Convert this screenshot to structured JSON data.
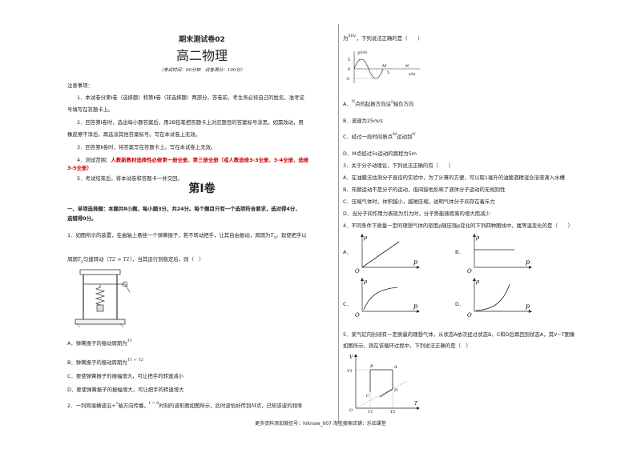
{
  "left": {
    "exam_title": "期末测试卷02",
    "subject": "高二物理",
    "exam_info": "（考试时间：90分钟　试卷满分：100分）",
    "notice_title": "注意事项：",
    "notice": [
      "1．本试卷分第Ⅰ卷（选择题）和第Ⅱ卷（非选择题）两部分。答卷前，考生务必将自己的姓名、准考证",
      "号填写在答题卡上。",
      "2．回答第Ⅰ卷时，选出每小题答案后，用2B铅笔把答题卡上对应题目的答案标号涂黑。如需改动，用",
      "橡皮擦干净后，再选涂其他答案标号。写在本试卷上无效。",
      "3．回答第Ⅱ卷时，将答案写在答题卡上。写在本试卷上无效。"
    ],
    "notice4_prefix": "4．测试范围：",
    "notice4_red1": "人教新教材选择性必修第一册全册、第三册全册（或人教选修3-3全册、3-4全册、选修",
    "notice4_red2": "3-5全册）",
    "notice5": "5．考试结束后，将本试卷和答题卡一并交回。",
    "section": "第Ⅰ卷",
    "part1_line1": "一、单项选择题：本题共8小题，每小题3分，共24分。每个题目只有一个选项符合要求，选对得4分，",
    "part1_line2": "选错得0分。",
    "q1_line1": "1．如图所示的装置，在曲轴上悬挂一个弹簧振子，若不转动把手，让其自由振动，周期为",
    "q1_T1": "T",
    "q1_T1_sub": "1",
    "q1_line1_end": "。现使把手以",
    "q1_line2_a": "周期",
    "q1_line2_T2": "T",
    "q1_line2_sub2": "2",
    "q1_line2_b": "匀速转动（",
    "q1_line2_cond": "T2 > T1",
    "q1_line2_c": "），当其运行到稳定后，则（　）",
    "q1_options": [
      "A．弹簧振子的振动周期为",
      "B．弹簧振子的振动周期为",
      "C．要使弹簧振子的振幅增大，可让把手的转速减小",
      "D．要使弹簧振子的振幅增大，可让把手的转速增大"
    ],
    "q1_optA_val": "T1",
    "q1_optB_val": "T1 + T2",
    "q2_line1_a": "2．一列简谐横波沿+",
    "q2_line1_x": "x",
    "q2_line1_b": "轴方向传播，",
    "q2_line1_t": "t = 0",
    "q2_line1_c": "时刻的波形图如图所示，此时波恰好传到",
    "q2_line1_M": "M",
    "q2_line1_d": "点，已知该波的频率"
  },
  "right": {
    "q2_cont_a": "为",
    "q2_freq": "5Hz",
    "q2_cont_b": "，下列说法正确的是（　　）",
    "q2_graph": {
      "y_label": "y/cm",
      "x_label": "x/m",
      "ticks_y": [
        "5",
        "0",
        "-5"
      ],
      "ticks_x": [
        "5"
      ],
      "points": [
        "M",
        "N"
      ]
    },
    "q2_options": [
      "A．",
      "B．波速为25m/s",
      "C．经过一段时间质点",
      "D．M点经过5s运动的路程为5m"
    ],
    "q2_optA_N": "N",
    "q2_optA_rest": "点的起振方向沿",
    "q2_optA_y": "y",
    "q2_optA_end": "轴负方向",
    "q2_optC_M": "M",
    "q2_optC_mid": "运动到",
    "q2_optC_N": "N",
    "q3_stem": "3．关于分子动理论，下列说法正确的有（　　）",
    "q3_options": [
      "A．在油膜法估测分子直径的实验中，为了计算的方便，可以取1毫升的油酸酒精混合溶液滴入水槽",
      "B．布朗运动不是分子的运动，但间接地反映了液体分子运动的无规则性",
      "C．压缩气体时，体积越小，越难压缩，说明气体分子间存在着斥力",
      "D．当分子间作用力表现为引力时，分子势能随距离的增大而减少"
    ],
    "q4_stem": "4．不同条件下质量一定的理想气体的密度ρ随压强p变化的下列四种图线中，属等温变化的是（　　）",
    "q4_labels": [
      "A．",
      "B．",
      "C．",
      "D．"
    ],
    "q4_axis_y": "ρ",
    "q4_axis_x": "p",
    "q4_origin": "O",
    "q5_line1": "5．某气缸内封闭有一定质量的理想气体，从状态A依次经过状态B、C和D后再回到状态A，其V−T图像",
    "q5_line2": "如图所示，则在该循环过程中，下列说法正确的是（　）",
    "q5_graph": {
      "y_label": "V",
      "x_label": "T",
      "v_tick": "V1",
      "t_ticks": [
        "T1",
        "T2"
      ],
      "points": [
        "A",
        "B",
        "C",
        "D"
      ],
      "origin": "O"
    }
  },
  "footer": "更多资料添加微信号：hiknow_007 淘宝搜索店铺：乐知课堂"
}
